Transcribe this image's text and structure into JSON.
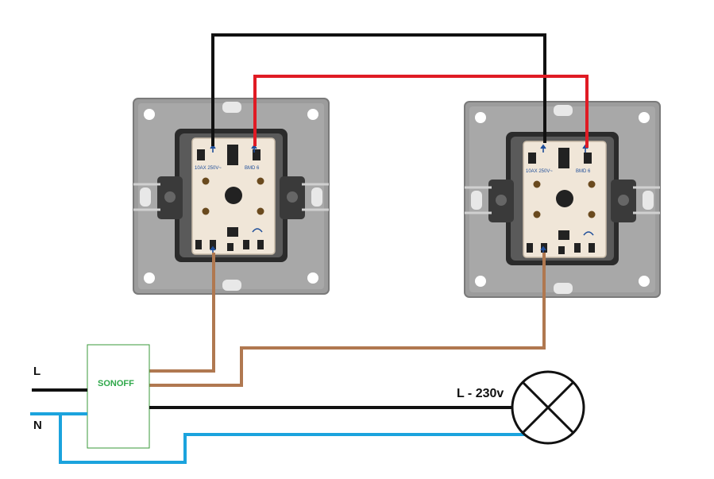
{
  "labels": {
    "line": "L",
    "neutral": "N",
    "sonoff": "SONOFF",
    "lamp": "L - 230v"
  },
  "switch_markings": {
    "rating": "10AX 250V~",
    "model": "BMD 6"
  },
  "colors": {
    "wire_black": "#111111",
    "wire_red": "#e01b24",
    "wire_brown": "#b07850",
    "wire_blue": "#1ba3dd",
    "sonoff_border": "#3a9a3a",
    "sonoff_text": "#2fa84a",
    "plate": "#9a9a9a",
    "switch_body": "#efe5d6"
  },
  "icons": [
    "arrow-up-icon",
    "lamp-symbol-icon"
  ]
}
